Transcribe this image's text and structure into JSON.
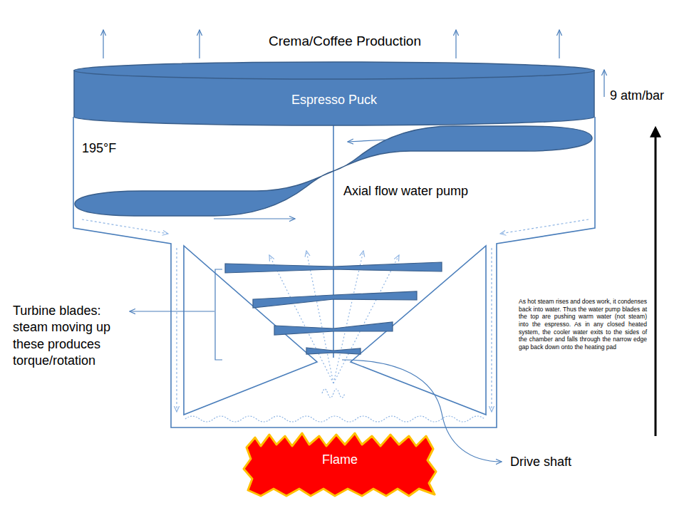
{
  "diagram": {
    "nodes": [
      {
        "text": [
          "Espresso Puck"
        ]
      },
      {
        "text": [
          "Flame"
        ]
      }
    ],
    "labels": [
      "Crema/Coffee Production",
      "9 atm/bar",
      "195°F",
      "Axial flow water pump",
      "Turbine blades: steam moving up these produces torque/rotation",
      "As hot steam rises and does work, it condenses back into water. Thus the water pump blades at the top are pushing warm water (not steam) into the espresso. As in any closed heated system, the cooler water exits to the sides of the chamber and falls through the narrow edge gap back down onto the heating pad",
      "Drive shaft"
    ]
  }
}
